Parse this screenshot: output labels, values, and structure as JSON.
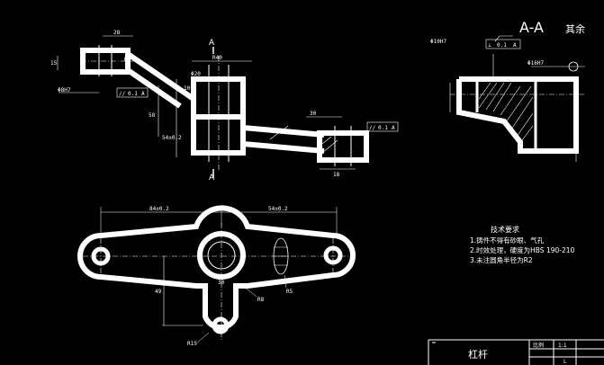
{
  "section_title": "A-A",
  "section_suffix": "其余",
  "section_marks": [
    "A",
    "A"
  ],
  "dimensions": {
    "top_width": "28",
    "radius_r5": "R5",
    "height_15": "15",
    "width_40": "R40",
    "dia_20": "Φ20",
    "dim_10": "10",
    "dim_58": "58",
    "dim_54": "54±0.2",
    "dia_8h7": "Φ8H7",
    "dia_10h7": "Φ10H7",
    "dia_16h7": "Φ16H7",
    "dim_18": "18",
    "dim_30": "30",
    "dim_84": "84±0.2",
    "dim_54b": "54±0.2",
    "dim_49": "49",
    "dim_r8": "R8",
    "dim_r5b": "R5",
    "dim_r15": "R15",
    "dim_30b": "30"
  },
  "tolerance_frames": [
    {
      "symbol": "//",
      "value": "0.1",
      "datum": "A"
    },
    {
      "symbol": "//",
      "value": "0.1",
      "datum": "A"
    },
    {
      "symbol": "⊥",
      "value": "0.1",
      "datum": "A"
    }
  ],
  "tech_requirements": {
    "title": "技术要求",
    "items": [
      "1.铸件不得有砂眼、气孔",
      "2.时效处理，硬度为HBS 190-210",
      "3.未注圆角半径为R2"
    ]
  },
  "title_block": {
    "part_name": "杠杆",
    "scale_label": "比例",
    "scale_value": "1:1",
    "sheet_label": "L"
  }
}
